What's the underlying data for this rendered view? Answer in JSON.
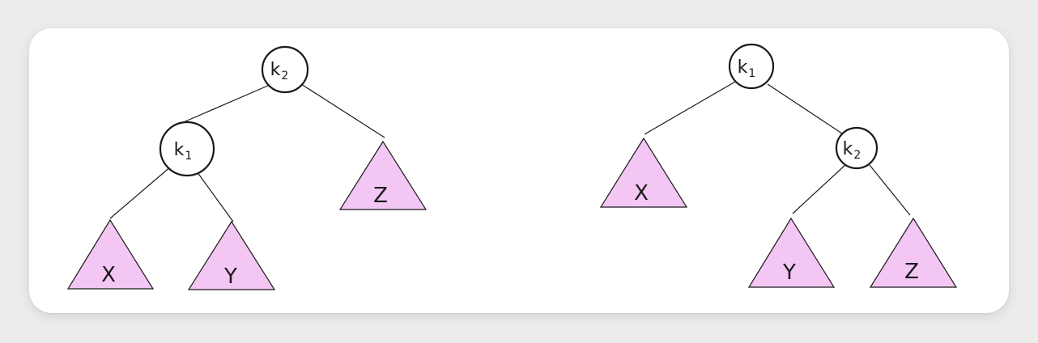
{
  "accent": "#f3c6f3",
  "trees": [
    {
      "id": "before",
      "nodes": [
        {
          "id": "k2",
          "label_main": "k",
          "label_sub": "2"
        },
        {
          "id": "k1",
          "label_main": "k",
          "label_sub": "1"
        }
      ],
      "subtrees": [
        {
          "id": "X",
          "label": "X"
        },
        {
          "id": "Y",
          "label": "Y"
        },
        {
          "id": "Z",
          "label": "Z"
        }
      ]
    },
    {
      "id": "after",
      "nodes": [
        {
          "id": "k1",
          "label_main": "k",
          "label_sub": "1"
        },
        {
          "id": "k2",
          "label_main": "k",
          "label_sub": "2"
        }
      ],
      "subtrees": [
        {
          "id": "X",
          "label": "X"
        },
        {
          "id": "Y",
          "label": "Y"
        },
        {
          "id": "Z",
          "label": "Z"
        }
      ]
    }
  ]
}
